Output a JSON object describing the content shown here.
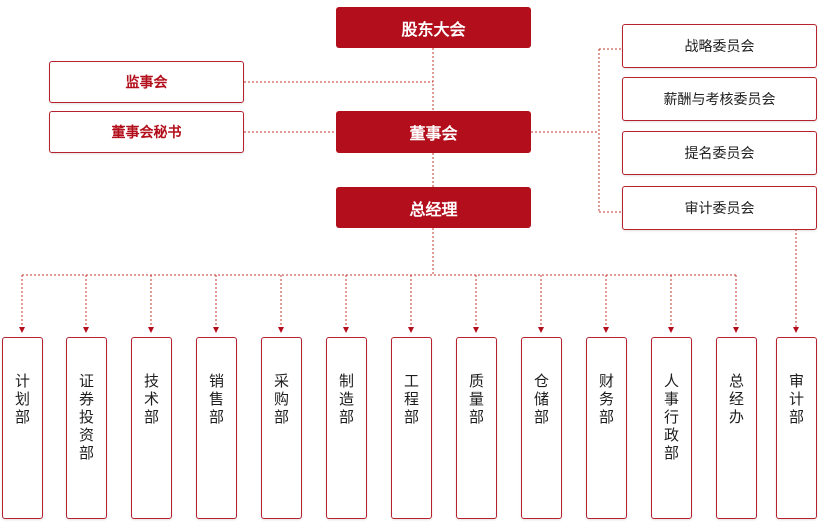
{
  "nodes": {
    "shareholders": "股东大会",
    "supervisory_board": "监事会",
    "board_secretary": "董事会秘书",
    "board": "董事会",
    "general_manager": "总经理"
  },
  "committees": [
    "战略委员会",
    "薪酬与考核委员会",
    "提名委员会",
    "审计委员会"
  ],
  "departments": [
    "计划部",
    "证券投资部",
    "技术部",
    "销售部",
    "采购部",
    "制造部",
    "工程部",
    "质量部",
    "仓储部",
    "财务部",
    "人事行政部",
    "总经办",
    "审计部"
  ],
  "colors": {
    "accent": "#b30e1b",
    "line": "#c0392b"
  }
}
